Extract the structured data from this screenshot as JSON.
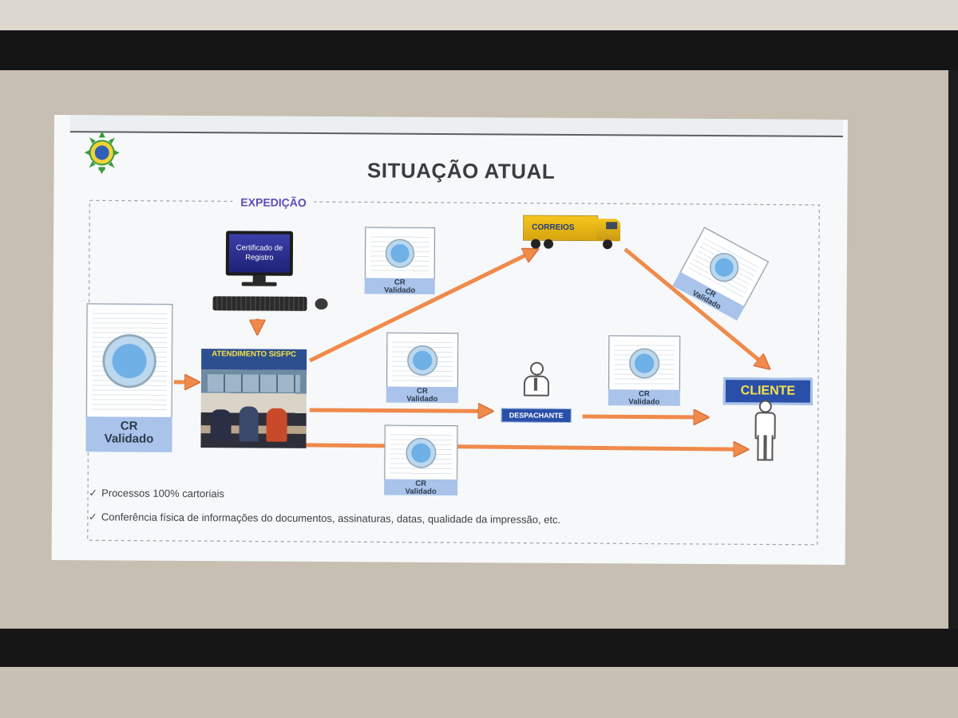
{
  "slide": {
    "title": "SITUAÇÃO ATUAL",
    "section": "EXPEDIÇÃO",
    "monitor_text": "Certificado de Registro",
    "atendimento": "ATENDIMENTO SISFPC",
    "truck_brand": "CORREIOS",
    "cr_label_line1": "CR",
    "cr_label_line2": "Validado",
    "despachante": "DESPACHANTE",
    "cliente": "CLIENTE",
    "bullets": [
      "Processos 100% cartoriais",
      "Conferência física de informações do documentos, assinaturas, datas, qualidade da impressão, etc."
    ]
  },
  "colors": {
    "arrow": "#f08a4b",
    "arrow_edge": "#d8703a",
    "label_bg": "#a9c3ea",
    "box_blue": "#2a4fa8",
    "yellow_text": "#f5e34a",
    "section_purple": "#5a4fb8"
  },
  "icons": [
    "army-emblem-icon",
    "monitor-icon",
    "keyboard-icon",
    "mouse-icon",
    "truck-icon",
    "person-icon",
    "check-icon"
  ]
}
